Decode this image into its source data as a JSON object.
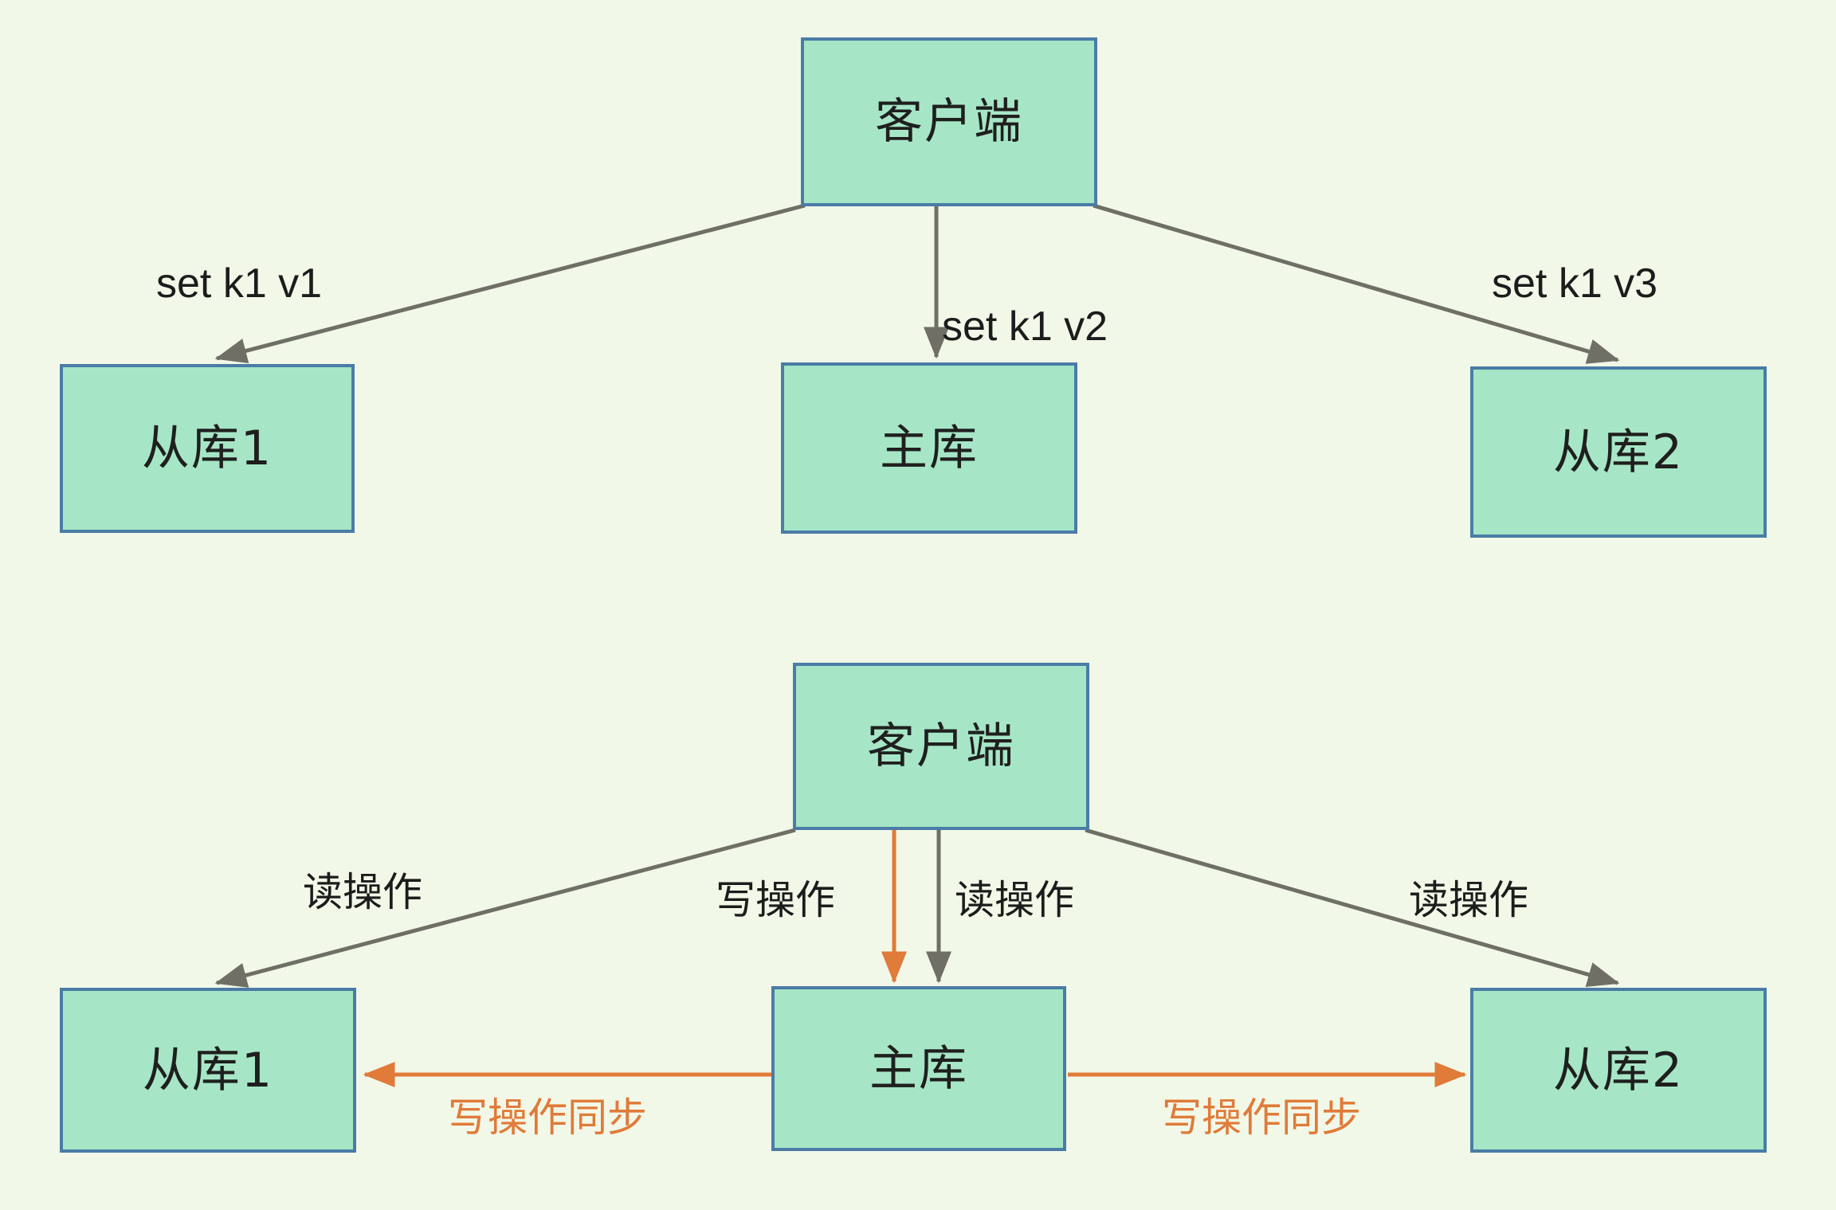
{
  "meta": {
    "title": "数据库主从复制示意图",
    "background_color": "#f2f8e8",
    "node_fill": "#a6e6c6",
    "node_border": "#4a7ca6",
    "gray_edge_color": "#6f6f66",
    "orange_edge_color": "#e07b39",
    "text_color": "#1c1c1c"
  },
  "diagram_top": {
    "nodes": {
      "client": "客户端",
      "slave1": "从库1",
      "master": "主库",
      "slave2": "从库2"
    },
    "edges": [
      {
        "label": "set k1 v1",
        "from": "client",
        "to": "slave1",
        "color": "#6f6f66"
      },
      {
        "label": "set k1 v2",
        "from": "client",
        "to": "master",
        "color": "#6f6f66"
      },
      {
        "label": "set k1 v3",
        "from": "client",
        "to": "slave2",
        "color": "#6f6f66"
      }
    ]
  },
  "diagram_bottom": {
    "nodes": {
      "client": "客户端",
      "slave1": "从库1",
      "master": "主库",
      "slave2": "从库2"
    },
    "edges": [
      {
        "label": "读操作",
        "from": "client",
        "to": "slave1",
        "color": "#6f6f66"
      },
      {
        "label": "写操作",
        "from": "client",
        "to": "master",
        "color": "#e07b39"
      },
      {
        "label": "读操作",
        "from": "client",
        "to": "master",
        "color": "#6f6f66"
      },
      {
        "label": "读操作",
        "from": "client",
        "to": "slave2",
        "color": "#6f6f66"
      },
      {
        "label": "写操作同步",
        "from": "master",
        "to": "slave1",
        "color": "#e07b39"
      },
      {
        "label": "写操作同步",
        "from": "master",
        "to": "slave2",
        "color": "#e07b39"
      }
    ]
  }
}
